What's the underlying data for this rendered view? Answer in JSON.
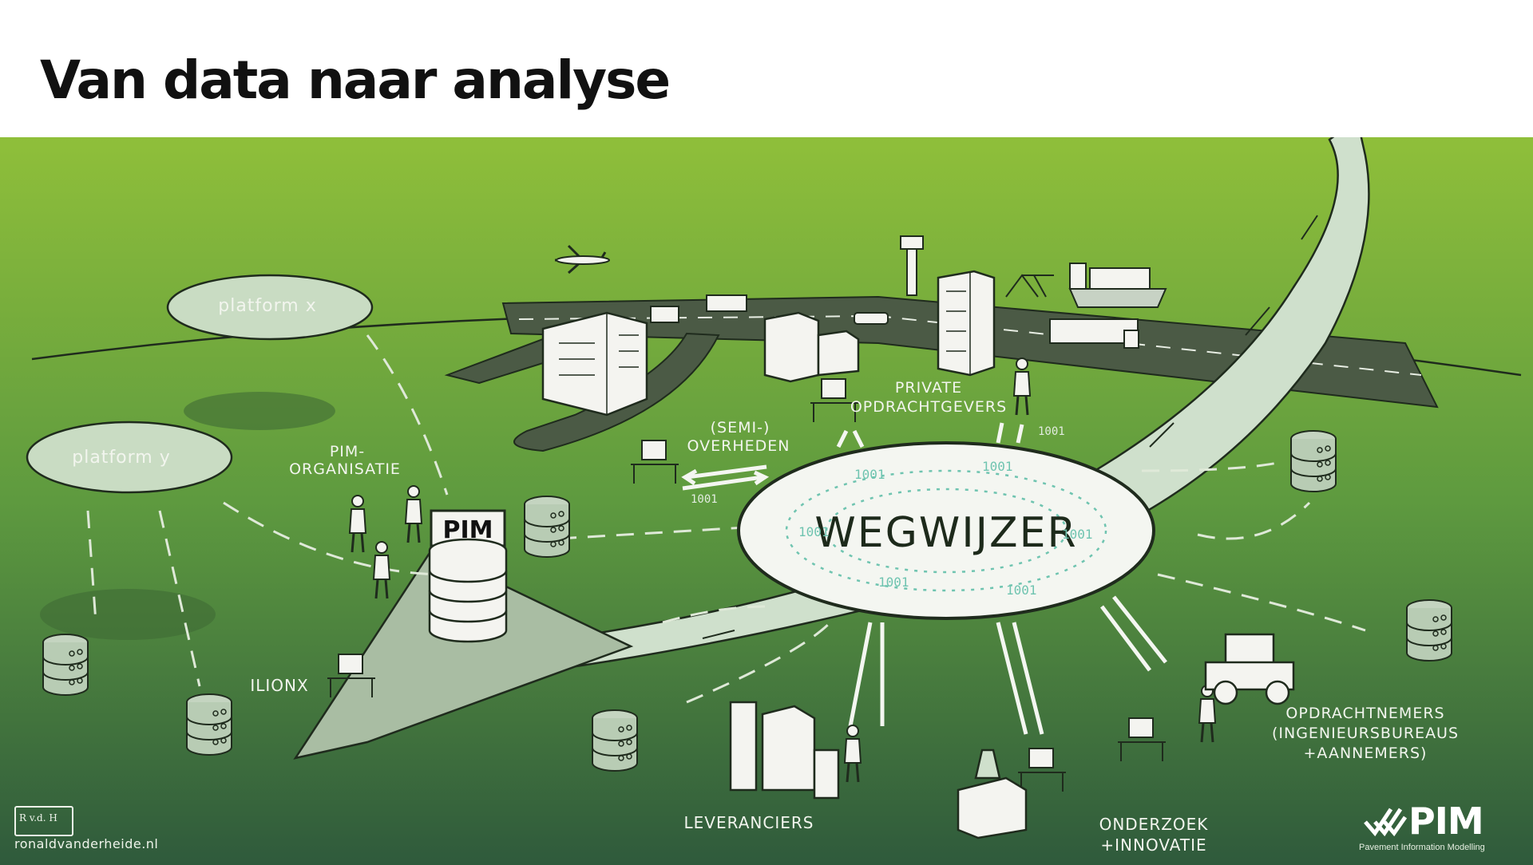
{
  "title": "Van data naar analyse",
  "colors": {
    "green_top": "#8fbf3a",
    "green_bottom": "#2f5a3c",
    "mint": "#6fc4b0",
    "star": "#6dc0ac",
    "pale": "#cfe0cc"
  },
  "hub": {
    "label": "WEGWIJZER"
  },
  "platforms": {
    "x": "platform x",
    "y": "platform y"
  },
  "labels": {
    "pim_organisatie_1": "PIM-",
    "pim_organisatie_2": "ORGANISATIE",
    "pim_box": "PIM",
    "overheden_1": "(SEMI-)",
    "overheden_2": "OVERHEDEN",
    "private_1": "PRIVATE",
    "private_2": "OPDRACHTGEVERS",
    "ilionx": "ILIONX",
    "leveranciers": "LEVERANCIERS",
    "onderzoek_1": "ONDERZOEK",
    "onderzoek_2": "+INNOVATIE",
    "opdrachtnemers_1": "OPDRACHTNEMERS",
    "opdrachtnemers_2": "(INGENIEURSBUREAUS",
    "opdrachtnemers_3": "+AANNEMERS)",
    "binary": "1001"
  },
  "brand": {
    "name": "PIM",
    "tagline": "Pavement Information Modelling"
  },
  "footer": {
    "signature": "R v.d. H",
    "url": "ronaldvanderheide.nl"
  }
}
